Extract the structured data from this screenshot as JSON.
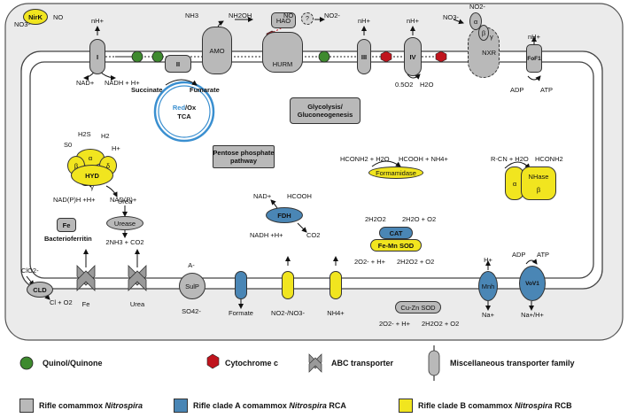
{
  "complexes": {
    "nirk": "NirK",
    "complex1": "I",
    "complex2": "II",
    "amo": "AMO",
    "hao": "HAO",
    "hurm": "HURM",
    "complex3": "III",
    "complex4": "IV",
    "nxr": "NXR",
    "atpase": "FoF1",
    "tca_red": "Red",
    "tca_ox": "/Ox",
    "tca": "TCA",
    "glycolysis": "Glycolysis/\nGluconeogenesis",
    "ppp": "Pentose phosphate\npathway",
    "hyd": "HYD",
    "formamidase": "Formamidase",
    "nhase": "NHase",
    "urease": "Urease",
    "fdh": "FDH",
    "cat": "CAT",
    "femn_sod": "Fe-Mn SOD",
    "fe": "Fe",
    "bacterioferritin": "Bacterioferritin",
    "sulp": "SulP",
    "formate_transporter": "Formate",
    "mnh": "Mnh",
    "vtype": "VoV1",
    "cld": "CLD",
    "cuzn_sod": "Cu-Zn SOD",
    "question": "?"
  },
  "metabolites": {
    "no3_nirk": "NO3-",
    "no_nirk": "NO",
    "nh3": "NH3",
    "nh2oh": "NH2OH",
    "no_hao": "NO",
    "no2_hao": "NO2-",
    "nh_1": "nH+",
    "nh_3": "nH+",
    "nh_4": "nH+",
    "nh_atp": "nH+",
    "no3_nxr": "NO3-",
    "no2_nxr": "NO2-",
    "nad1": "NAD+",
    "nadh1": "NADH + H+",
    "succinate": "Succinate",
    "fumarate": "Fumarate",
    "o2_iv": "0.5O2",
    "h2o_iv": "H2O",
    "adp_1": "ADP",
    "atp_1": "ATP",
    "h2s": "H2S",
    "s0": "S0",
    "h2": "H2",
    "hplus_hyd": "H+",
    "nadph": "NAD(P)H +H+",
    "nadp": "NAD(P)+",
    "formamidase_in": "HCONH2 + H2O",
    "formamidase_out": "HCOOH + NH4+",
    "nhase_in": "R-CN + H2O",
    "nhase_out": "HCONH2",
    "urea_in": "Urea",
    "urease_out": "2NH3 + CO2",
    "fdh_nad": "NAD+",
    "fdh_hcooh": "HCOOH",
    "fdh_nadh": "NADH +H+",
    "fdh_co2": "CO2",
    "cat_in": "2H2O2",
    "cat_out": "2H2O + O2",
    "sod_in": "2O2- + H+",
    "sod_out": "2H2O2 + O2",
    "fe_tr": "Fe",
    "urea_tr": "Urea",
    "a_minus": "A-",
    "so4": "SO42-",
    "formate_tr": "Formate",
    "no2no3": "NO2-/NO3-",
    "nh4_tr": "NH4+",
    "hplus_mnh": "H+",
    "na_mnh": "Na+",
    "adp_2": "ADP",
    "atp_2": "ATP",
    "na_h": "Na+/H+",
    "clo2": "ClO2-",
    "cl_o2": "Cl + O2",
    "cuzn_in": "2O2- + H+",
    "cuzn_out": "2H2O2 + O2"
  },
  "subunits": {
    "hyd_alpha": "α",
    "hyd_beta": "β",
    "hyd_gamma": "γ",
    "hyd_delta": "δ",
    "nhase_alpha": "α",
    "nhase_beta": "β",
    "nxr_alpha": "α",
    "nxr_beta": "β",
    "nxr_gamma": "γ"
  },
  "legend": {
    "quinol": "Quinol/Quinone",
    "cytc": "Cytochrome c",
    "abc": "ABC transporter",
    "misc": "Miscellaneous transporter family",
    "rifle": "Rifle comammox",
    "rifle_genus": "Nitrospira",
    "clade_a": "Rifle clade A comammox",
    "clade_a_genus": "Nitrospira",
    "clade_a_suffix": "RCA",
    "clade_b": "Rifle clade B comammox",
    "clade_b_genus": "Nitrospira",
    "clade_b_suffix": "RCB"
  },
  "colors": {
    "gray": "#b9b9b9",
    "blue": "#4a86b5",
    "yellow": "#f1e51f",
    "green": "#3e8a2e",
    "red": "#c0141d",
    "tca_blue": "#3a8fd0"
  }
}
